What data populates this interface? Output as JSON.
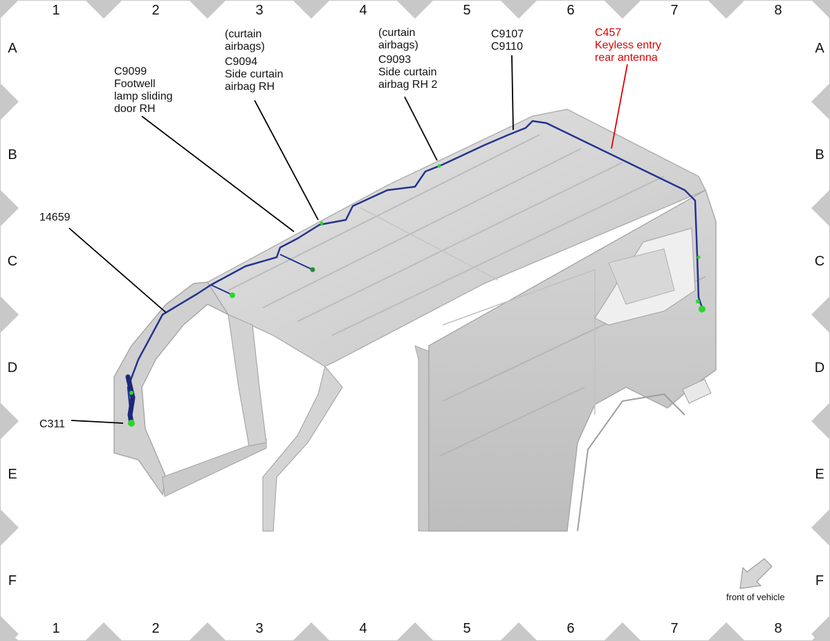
{
  "grid": {
    "columns": [
      "1",
      "2",
      "3",
      "4",
      "5",
      "6",
      "7",
      "8"
    ],
    "rows": [
      "A",
      "B",
      "C",
      "D",
      "E",
      "F"
    ]
  },
  "callouts": {
    "c9099": [
      "C9099",
      "Footwell",
      "lamp sliding",
      "door RH"
    ],
    "c9094": [
      "(curtain",
      "airbags)",
      "C9094",
      "Side curtain",
      "airbag RH"
    ],
    "c9093": [
      "(curtain",
      "airbags)",
      "C9093",
      "Side curtain",
      "airbag RH 2"
    ],
    "c9107": [
      "C9107",
      "C9110"
    ],
    "c457": [
      "C457",
      "Keyless entry",
      "rear antenna"
    ],
    "h14659": [
      "14659"
    ],
    "c311": [
      "C311"
    ]
  },
  "direction": {
    "label": "front of vehicle",
    "icon": "arrow-down-left-icon"
  },
  "colors": {
    "harness": "#23338f",
    "connector": "#2bd62b",
    "highlight_text": "#e00000",
    "body_panel": "#d4d4d4",
    "border_marker": "#c8c8c8"
  }
}
